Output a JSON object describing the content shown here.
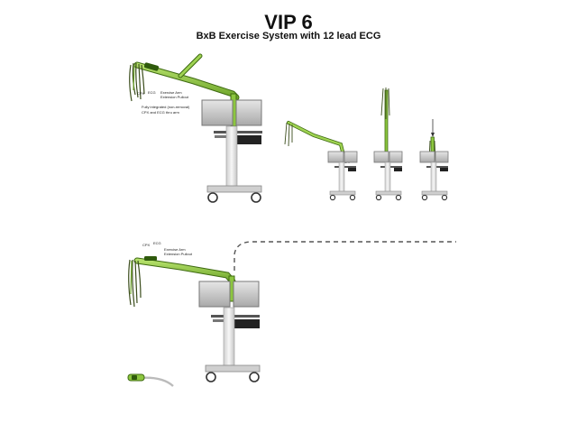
{
  "header": {
    "title": "VIP 6",
    "subtitle": "BxB Exercise System with 12 lead ECG"
  },
  "labels": {
    "top_cpx": "CPX",
    "top_ecg": "ECG",
    "top_exercise_arm_l1": "Exercise Arm",
    "top_exercise_arm_l2": "Extension Pullout",
    "top_integrated_l1": "Fully integrated (non-removal)",
    "top_integrated_l2": "CPX and ECG thru arm",
    "bottom_cpx": "CPX",
    "bottom_ecg": "ECG",
    "bottom_exercise_arm_l1": "Exercise Arm",
    "bottom_exercise_arm_l2": "Extension Pullout",
    "small_cpx": "CPX"
  },
  "colors": {
    "arm_green": "#8cc63f",
    "arm_dark": "#3f6b12",
    "monitor": "#c8c8c8",
    "pole": "#e4e4e4",
    "dashed": "#555555"
  }
}
